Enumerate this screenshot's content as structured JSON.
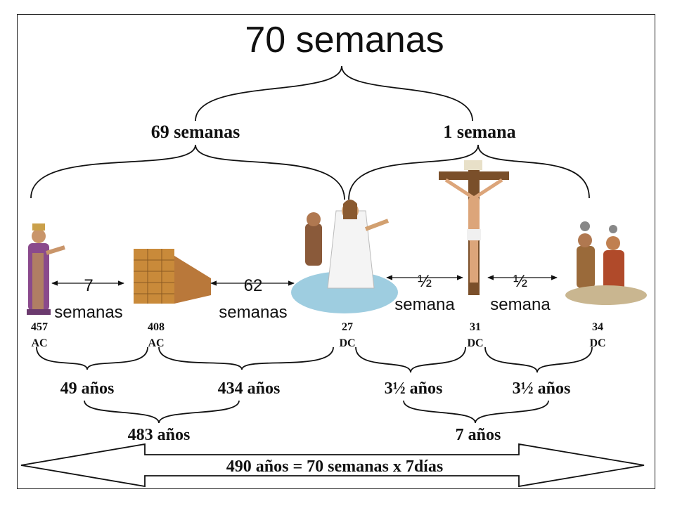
{
  "title": "70 semanas",
  "level1": {
    "left": "69 semanas",
    "right": "1 semana"
  },
  "periods": {
    "p1_num": "7",
    "p1_word": "semanas",
    "p2_num": "62",
    "p2_word": "semanas",
    "p3_num": "½",
    "p3_word": "semana",
    "p4_num": "½",
    "p4_word": "semana"
  },
  "dates": [
    {
      "year": "457",
      "era": "AC"
    },
    {
      "year": "408",
      "era": "AC"
    },
    {
      "year": "27",
      "era": "DC"
    },
    {
      "year": "31",
      "era": "DC"
    },
    {
      "year": "34",
      "era": "DC"
    }
  ],
  "years": {
    "y1": "49 años",
    "y2": "434 años",
    "y3": "3½ años",
    "y4": "3½ años",
    "sum_left": "483 años",
    "sum_right": "7 años"
  },
  "banner": "490 años =  70 semanas x 7días",
  "illustrations": {
    "priest": "priest-figure-icon",
    "wall": "city-wall-icon",
    "baptism": "baptism-scene-icon",
    "cross": "crucifixion-icon",
    "stoning": "stoning-scene-icon"
  }
}
